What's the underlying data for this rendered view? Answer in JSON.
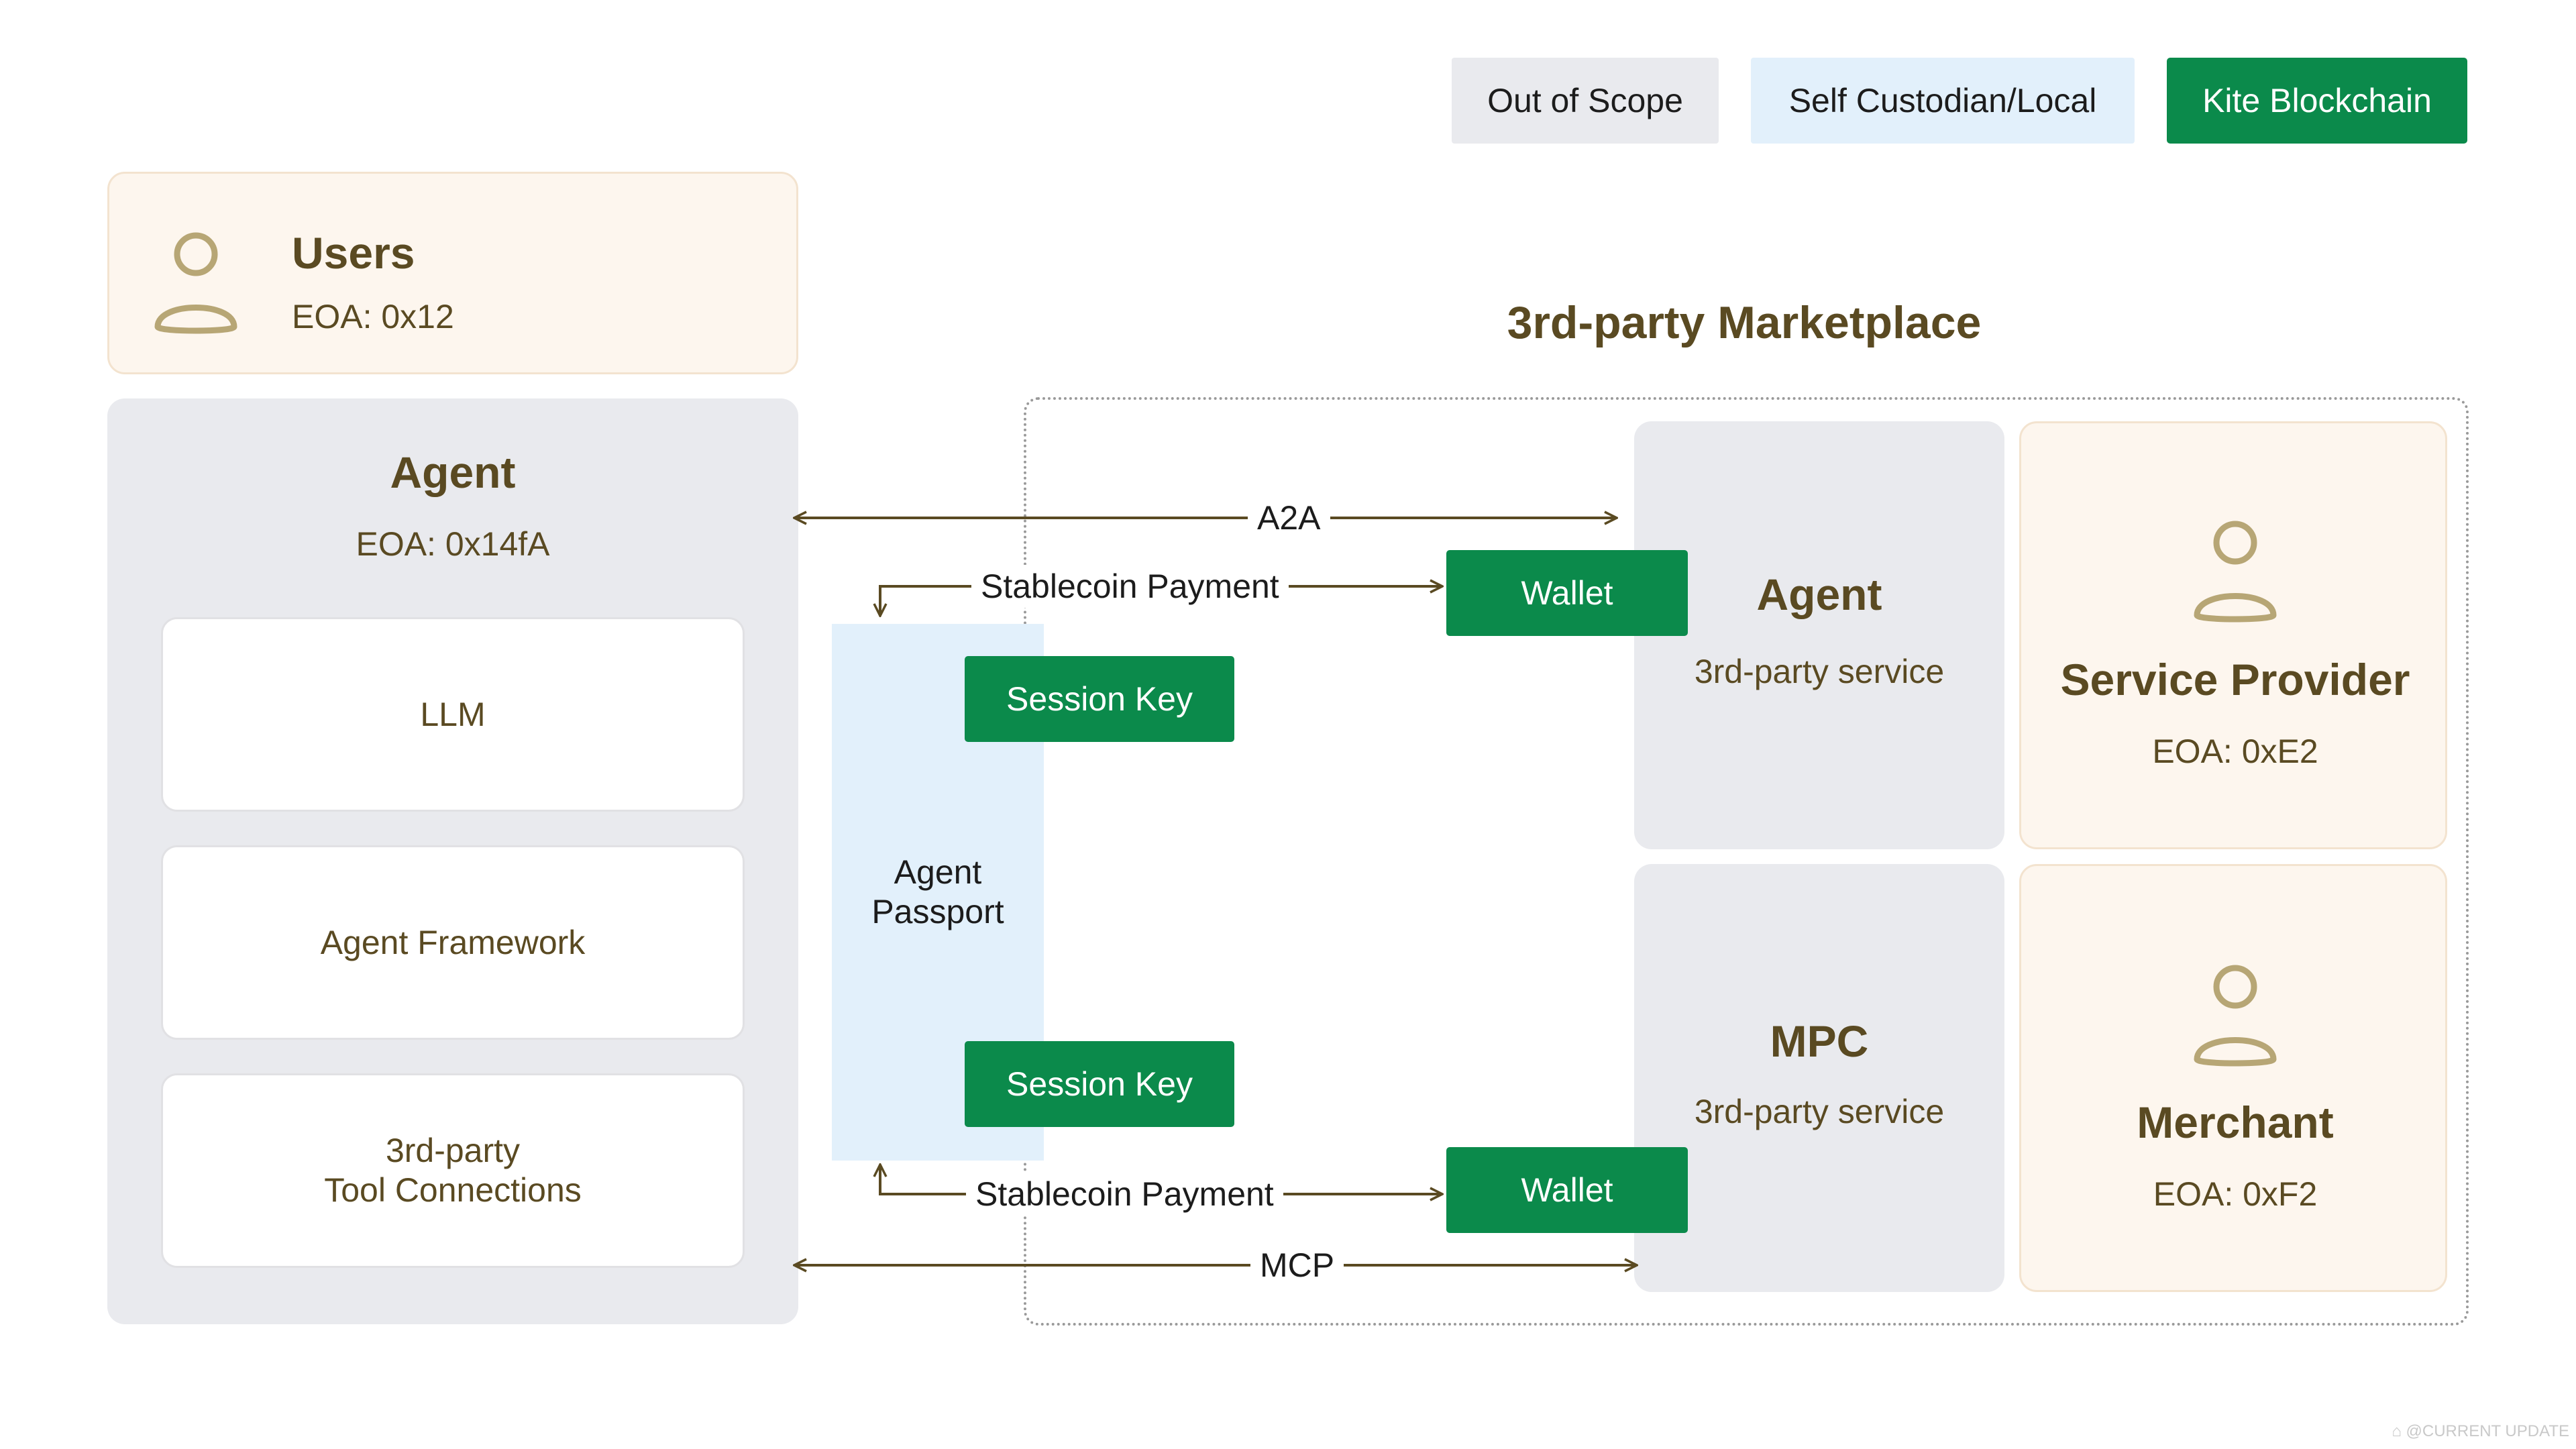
{
  "legend": {
    "out_of_scope": "Out of Scope",
    "self_custodian": "Self Custodian/Local",
    "kite_blockchain": "Kite Blockchain"
  },
  "users": {
    "title": "Users",
    "eoa": "EOA: 0x12"
  },
  "agent": {
    "title": "Agent",
    "eoa": "EOA: 0x14fA",
    "components": [
      "LLM",
      "Agent Framework",
      "3rd-party\nTool Connections"
    ]
  },
  "passport": {
    "label": "Agent\nPassport",
    "session_key_top": "Session Key",
    "session_key_bottom": "Session Key"
  },
  "flows": {
    "a2a": "A2A",
    "stablecoin_top": "Stablecoin Payment",
    "stablecoin_bottom": "Stablecoin Payment",
    "mcp": "MCP"
  },
  "marketplace": {
    "title": "3rd-party Marketplace",
    "wallet_top": "Wallet",
    "wallet_bottom": "Wallet",
    "agent_service": {
      "title": "Agent",
      "sub": "3rd-party service"
    },
    "mpc_service": {
      "title": "MPC",
      "sub": "3rd-party service"
    },
    "service_provider": {
      "title": "Service Provider",
      "eoa": "EOA: 0xE2"
    },
    "merchant": {
      "title": "Merchant",
      "eoa": "EOA: 0xF2"
    }
  },
  "colors": {
    "kite_green": "#0b8a4b",
    "self_custodian_blue": "#e2f0fb",
    "out_of_scope_gray": "#e9eaee",
    "user_beige": "#fdf6ee",
    "brown_text": "#5a4a22",
    "icon_gold": "#b7a675"
  },
  "watermark": "⌂ @CURRENT UPDATE"
}
